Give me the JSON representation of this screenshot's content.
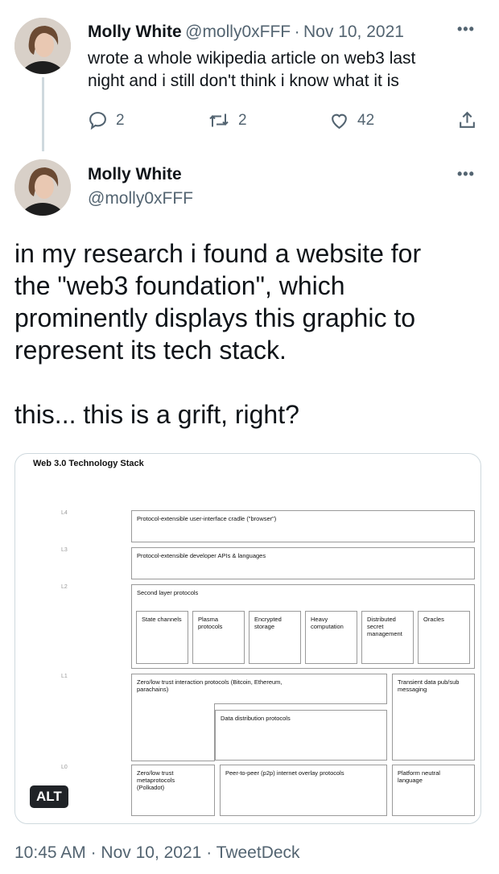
{
  "reply_tweet": {
    "author_name": "Molly White",
    "handle": "@molly0xFFF",
    "separator": "·",
    "date": "Nov 10, 2021",
    "text_line1": "wrote a whole wikipedia article on web3 last",
    "text_line2": "night and i still don't think i know what it is",
    "replies": "2",
    "retweets": "2",
    "likes": "42",
    "more_label": "•••"
  },
  "main_tweet": {
    "author_name": "Molly White",
    "handle": "@molly0xFFF",
    "more_label": "•••",
    "text": "in my research i found a website for\nthe \"web3 foundation\", which\nprominently displays this graphic to\nrepresent its tech stack.\n\nthis... this is a grift, right?"
  },
  "diagram": {
    "title": "Web 3.0 Technology Stack",
    "layers": [
      "L4",
      "L3",
      "L2",
      "L1",
      "L0"
    ],
    "l4": "Protocol-extensible user-interface cradle (\"browser\")",
    "l3": "Protocol-extensible developer APIs & languages",
    "l2": "Second layer protocols",
    "l2_items": [
      "State channels",
      "Plasma protocols",
      "Encrypted storage",
      "Heavy computation",
      "Distributed secret management",
      "Oracles"
    ],
    "l1_zero": "Zero/low trust interaction protocols (Bitcoin, Ethereum, parachains)",
    "l1_transient": "Transient data pub/sub messaging",
    "l1_data": "Data distribution protocols",
    "l0_meta": "Zero/low trust metaprotocols (Polkadot)",
    "l0_p2p": "Peer-to-peer (p2p) internet overlay protocols",
    "l0_platform": "Platform neutral language"
  },
  "alt_badge": "ALT",
  "footer": {
    "time": "10:45 AM",
    "sep1": "·",
    "date": "Nov 10, 2021",
    "sep2": "·",
    "source": "TweetDeck"
  },
  "colors": {
    "text": "#0f1419",
    "secondary": "#536471",
    "border": "#cfd9de"
  }
}
